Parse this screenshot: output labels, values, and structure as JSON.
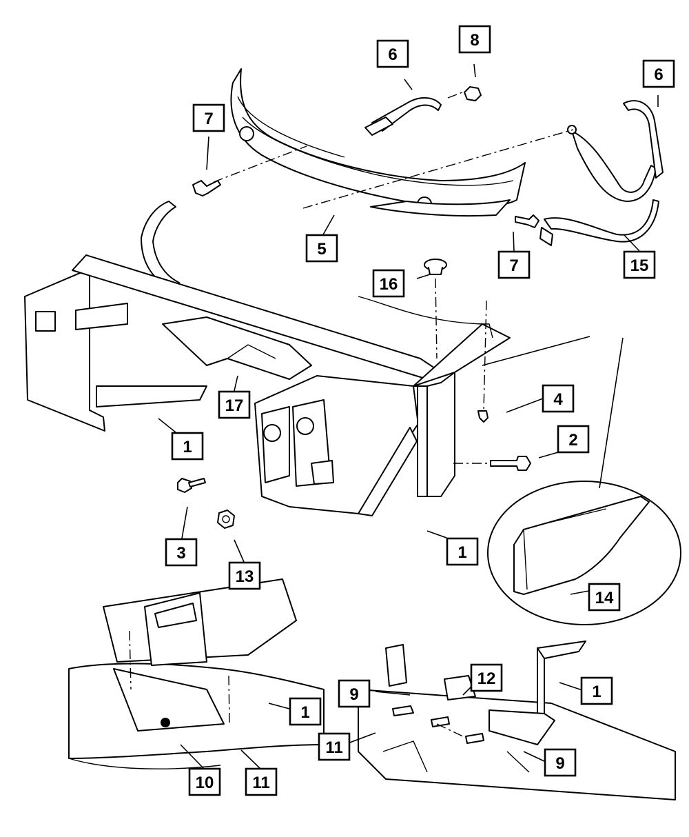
{
  "callouts": [
    {
      "id": "c-6a",
      "label": "6"
    },
    {
      "id": "c-8",
      "label": "8"
    },
    {
      "id": "c-6b",
      "label": "6"
    },
    {
      "id": "c-7a",
      "label": "7"
    },
    {
      "id": "c-5",
      "label": "5"
    },
    {
      "id": "c-7b",
      "label": "7"
    },
    {
      "id": "c-15",
      "label": "15"
    },
    {
      "id": "c-16",
      "label": "16"
    },
    {
      "id": "c-17",
      "label": "17"
    },
    {
      "id": "c-4",
      "label": "4"
    },
    {
      "id": "c-2",
      "label": "2"
    },
    {
      "id": "c-1a",
      "label": "1"
    },
    {
      "id": "c-3",
      "label": "3"
    },
    {
      "id": "c-13",
      "label": "13"
    },
    {
      "id": "c-1b",
      "label": "1"
    },
    {
      "id": "c-14",
      "label": "14"
    },
    {
      "id": "c-1c",
      "label": "1"
    },
    {
      "id": "c-9a",
      "label": "9"
    },
    {
      "id": "c-12",
      "label": "12"
    },
    {
      "id": "c-1d",
      "label": "1"
    },
    {
      "id": "c-11a",
      "label": "11"
    },
    {
      "id": "c-9b",
      "label": "9"
    },
    {
      "id": "c-10",
      "label": "10"
    },
    {
      "id": "c-11b",
      "label": "11"
    }
  ]
}
